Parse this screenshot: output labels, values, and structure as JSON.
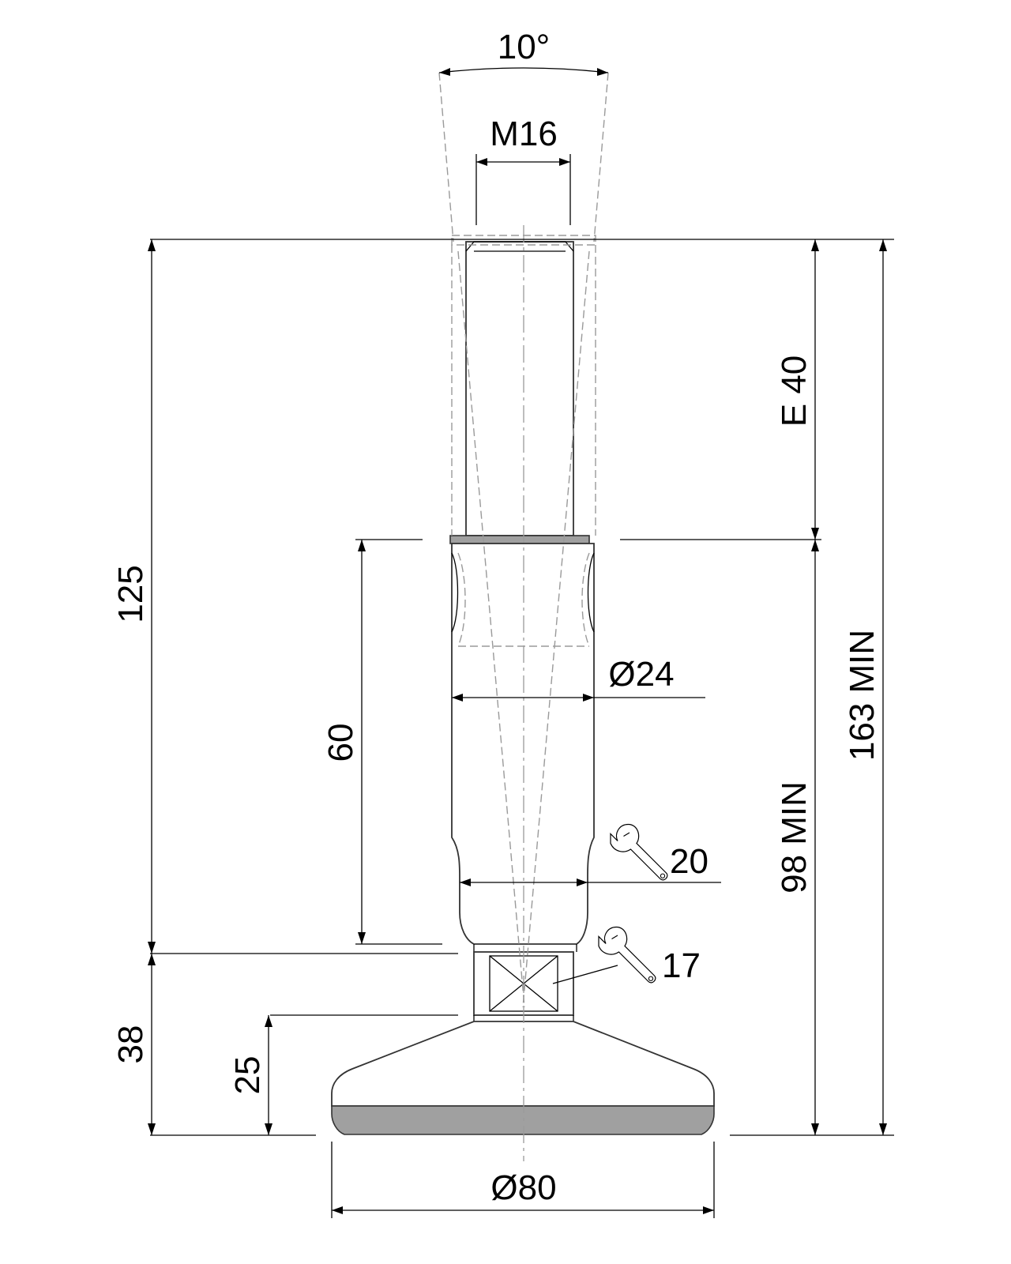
{
  "dimensions": {
    "angle": "10°",
    "thread": "M16",
    "stroke": "E 40",
    "total_height": "125",
    "body_length": "60",
    "body_diameter": "Ø24",
    "wrench_upper": "20",
    "wrench_lower": "17",
    "min_height": "98 MIN",
    "overall_min_height": "163 MIN",
    "base_height": "38",
    "foot_height": "25",
    "foot_diameter": "Ø80"
  },
  "icons": {
    "upper_wrench": "wrench-icon",
    "lower_wrench": "wrench-icon"
  },
  "colors": {
    "line": "#000000",
    "hidden": "#9a9a9a",
    "pad": "#a0a0a0"
  }
}
